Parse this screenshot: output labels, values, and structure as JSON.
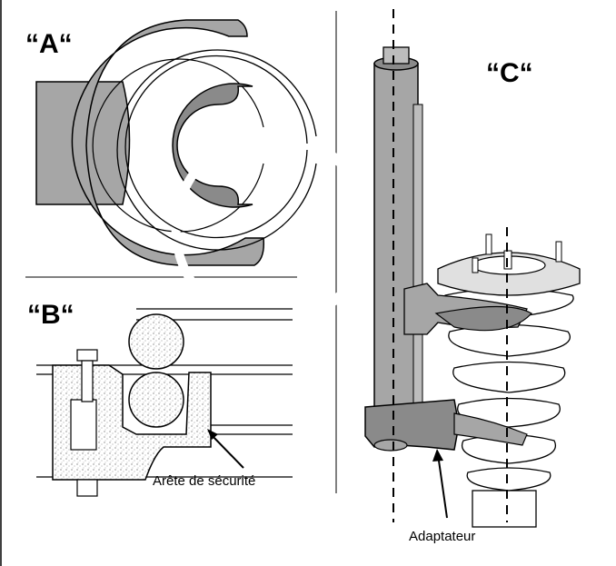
{
  "panels": {
    "a": {
      "label": "“A“"
    },
    "b": {
      "label": "“B“",
      "callout": "Arête de sécurité"
    },
    "c": {
      "label": "“C“",
      "callout": "Adaptateur"
    }
  },
  "colors": {
    "gray": "#a6a6a6",
    "dark_gray": "#8a8a8a",
    "line": "#000000",
    "speckle": "#d8d8d8"
  }
}
